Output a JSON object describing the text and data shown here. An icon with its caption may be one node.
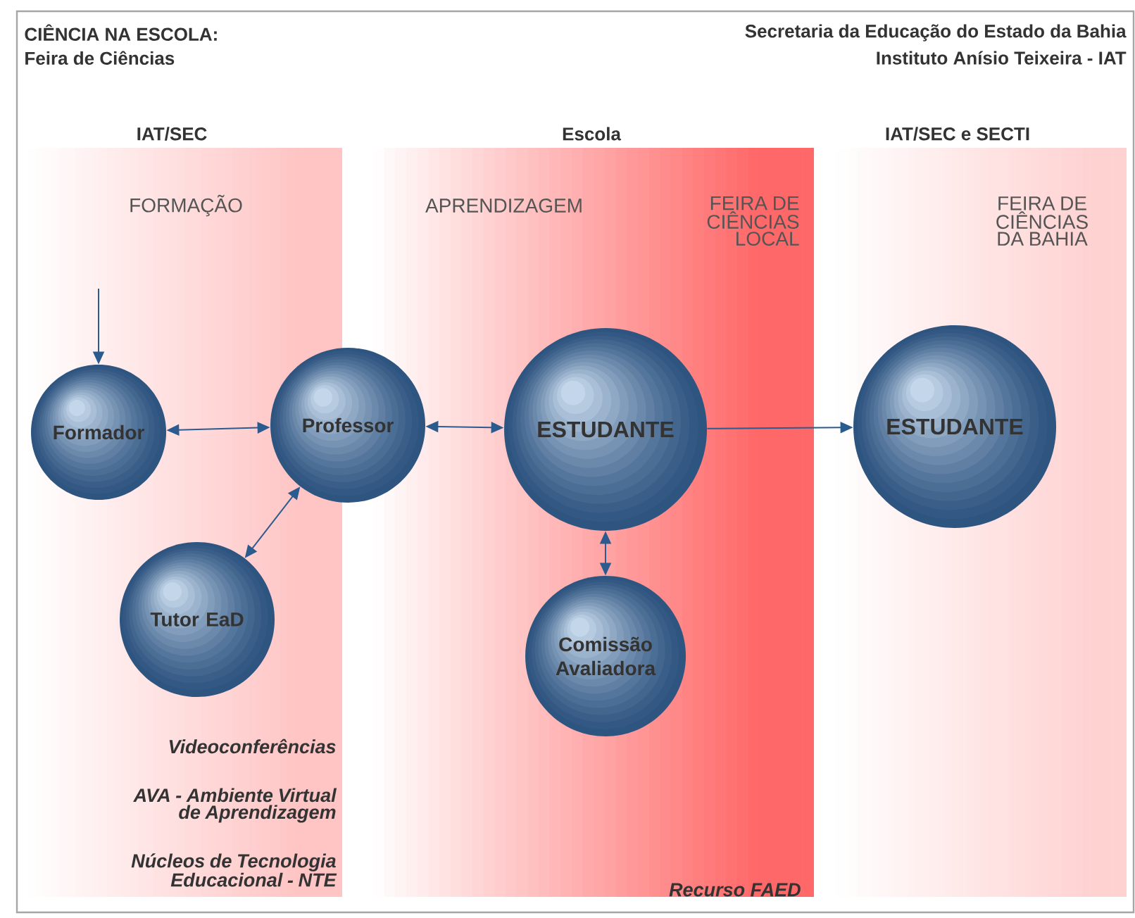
{
  "diagram": {
    "title": "CIÊNCIA NA ESCOLA:",
    "nodes": [
      {
        "text": [
          "IAT/SEC",
          "FORMAÇÃO",
          "Videoconferências",
          "AVA - Ambiente Virtual de Aprendizagem",
          "Núcleos de Tecnologia Educacional - NTE"
        ]
      },
      {
        "text": [
          "Formador"
        ],
        "in": 0
      },
      {
        "text": [
          "Professor"
        ]
      },
      {
        "text": [
          "Tutor EaD"
        ],
        "in": 0
      },
      {
        "text": [
          "Escola",
          "APRENDIZAGEM",
          "FEIRA DE CIÊNCIAS LOCAL",
          "Recurso FAED"
        ]
      },
      {
        "text": [
          "ESTUDANTE"
        ],
        "in": 4
      },
      {
        "text": [
          "Comissão Avaliadora"
        ],
        "in": 4
      },
      {
        "text": [
          "IAT/SEC e SECTI",
          "FEIRA DE CIÊNCIAS DA BAHIA"
        ]
      },
      {
        "text": [
          "ESTUDANTE"
        ],
        "in": 7
      }
    ],
    "edges": [
      {
        "from": null,
        "to": 1,
        "arrow": "to"
      },
      {
        "from": 1,
        "to": 2,
        "arrow": "both"
      },
      {
        "from": 2,
        "to": 5,
        "arrow": "both"
      },
      {
        "from": 2,
        "to": 3,
        "arrow": "both"
      },
      {
        "from": 5,
        "to": 6,
        "arrow": "both"
      },
      {
        "from": 5,
        "to": 8,
        "arrow": "to"
      }
    ],
    "labels": [
      "Feira de Ciências",
      "Secretaria da Educação do Estado da Bahia",
      "Instituto Anísio Teixeira - IAT"
    ]
  }
}
